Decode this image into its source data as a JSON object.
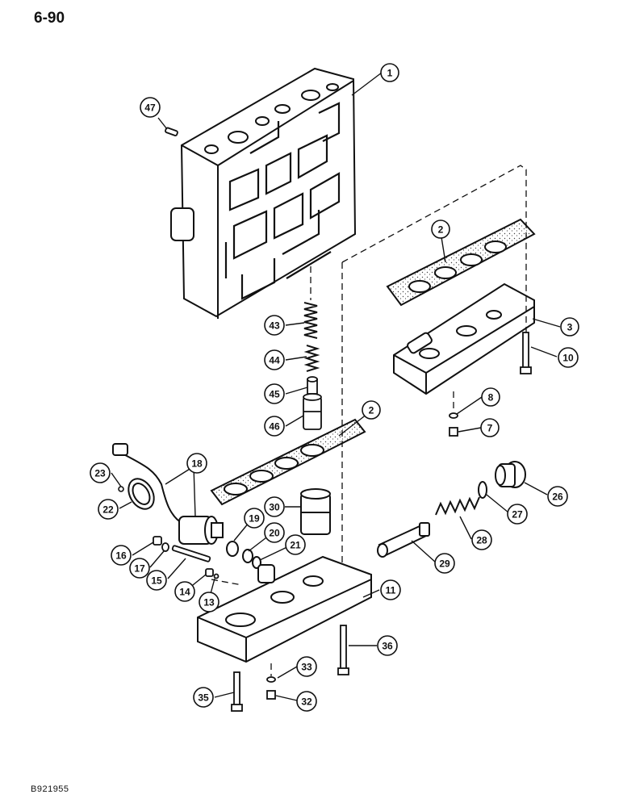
{
  "page": {
    "number": "6-90",
    "figure_code": "B921955"
  },
  "callouts": [
    {
      "id": "c1",
      "label": "1"
    },
    {
      "id": "c47",
      "label": "47"
    },
    {
      "id": "c2a",
      "label": "2"
    },
    {
      "id": "c3",
      "label": "3"
    },
    {
      "id": "c10",
      "label": "10"
    },
    {
      "id": "c43",
      "label": "43"
    },
    {
      "id": "c44",
      "label": "44"
    },
    {
      "id": "c45",
      "label": "45"
    },
    {
      "id": "c46",
      "label": "46"
    },
    {
      "id": "c8",
      "label": "8"
    },
    {
      "id": "c7",
      "label": "7"
    },
    {
      "id": "c2b",
      "label": "2"
    },
    {
      "id": "c23",
      "label": "23"
    },
    {
      "id": "c18",
      "label": "18"
    },
    {
      "id": "c26",
      "label": "26"
    },
    {
      "id": "c22",
      "label": "22"
    },
    {
      "id": "c30",
      "label": "30"
    },
    {
      "id": "c19",
      "label": "19"
    },
    {
      "id": "c27",
      "label": "27"
    },
    {
      "id": "c20",
      "label": "20"
    },
    {
      "id": "c28",
      "label": "28"
    },
    {
      "id": "c21",
      "label": "21"
    },
    {
      "id": "c16",
      "label": "16"
    },
    {
      "id": "c17",
      "label": "17"
    },
    {
      "id": "c29",
      "label": "29"
    },
    {
      "id": "c15",
      "label": "15"
    },
    {
      "id": "c11",
      "label": "11"
    },
    {
      "id": "c14",
      "label": "14"
    },
    {
      "id": "c13",
      "label": "13"
    },
    {
      "id": "c36",
      "label": "36"
    },
    {
      "id": "c33",
      "label": "33"
    },
    {
      "id": "c35",
      "label": "35"
    },
    {
      "id": "c32",
      "label": "32"
    }
  ]
}
